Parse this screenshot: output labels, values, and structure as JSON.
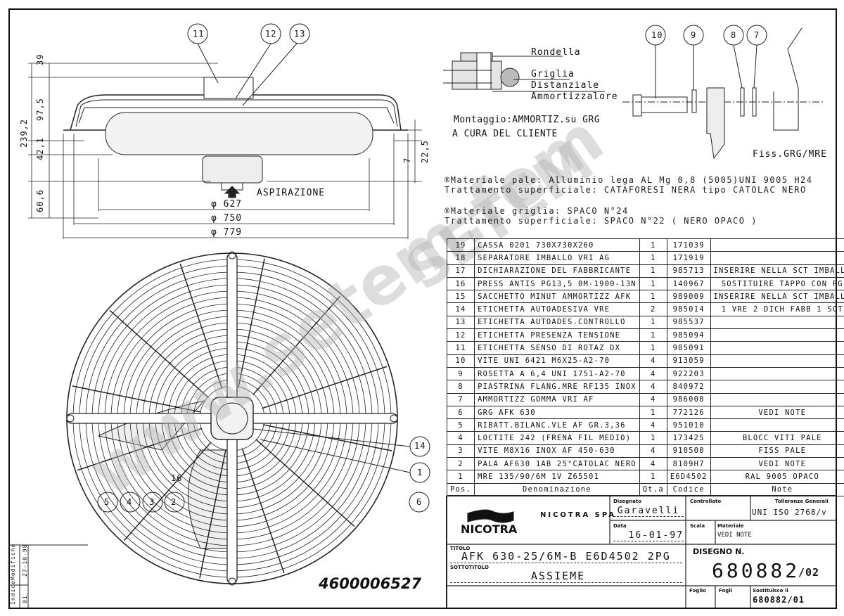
{
  "side_view": {
    "callouts": [
      "11",
      "12",
      "13"
    ],
    "dims_left": [
      "39",
      "97,5",
      "239,2",
      "42,1",
      "60,6"
    ],
    "dims_right": [
      "7",
      "22,5"
    ],
    "diameters": [
      "φ 627",
      "φ 750",
      "φ 779"
    ],
    "intake_label": "ASPIRAZIONE"
  },
  "front_view": {
    "callouts_right": [
      "14",
      "1",
      "6"
    ],
    "callouts_left": [
      "5",
      "4",
      "3",
      "2"
    ],
    "label_16": "16",
    "serial": "4600006527"
  },
  "mounting_detail": {
    "labels": [
      "Rondella",
      "Griglia",
      "Distanziale",
      "Ammortizzalore"
    ],
    "note_line1": "Montaggio:AMMORTIZ.su GRG",
    "note_line2": "A CURA DEL CLIENTE"
  },
  "fixing_detail": {
    "callouts": [
      "10",
      "9",
      "8",
      "7"
    ],
    "caption": "Fiss.GRG/MRE"
  },
  "notes": [
    "®Materiale pale: Alluminio lega AL Mg 0,8 (5005)UNI 9005 H24",
    " Trattamento superficiale: CATAFORESI NERA tipo CATOLAC NERO",
    "®Materiale griglia: SPACO N°24",
    " Trattamento superficiale: SPACO N°22 ( NERO OPACO )"
  ],
  "parts_table": {
    "headers": [
      "Pos.",
      "Denominazione",
      "Qt.a",
      "Codice",
      "Note"
    ],
    "rows": [
      [
        "19",
        "CASSA 0201 730X730X260",
        "1",
        "171039",
        ""
      ],
      [
        "18",
        "SEPARATORE IMBALLO VRI AG",
        "1",
        "171919",
        ""
      ],
      [
        "17",
        "DICHIARAZIONE DEL FABBRICANTE",
        "1",
        "985713",
        "INSERIRE NELLA SCT IMBALLO"
      ],
      [
        "16",
        "PRESS ANTIS PG13,5 0M-1900-13N",
        "1",
        "140967",
        "SOSTITUIRE TAPPO CON PG"
      ],
      [
        "15",
        "SACCHETTO MINUT AMMORTIZZ AFK",
        "1",
        "989009",
        "INSERIRE NELLA SCT IMBALLO"
      ],
      [
        "14",
        "ETICHETTA AUTOADESIVA VRE",
        "2",
        "985014",
        "1 VRE 2 DICH FABB 1 SCT"
      ],
      [
        "13",
        "ETICHETTA AUTOADES.CONTROLLO",
        "1",
        "985537",
        ""
      ],
      [
        "12",
        "ETICHETTA PRESENZA TENSIONE",
        "1",
        "985094",
        ""
      ],
      [
        "11",
        "ETICHETTA SENSO DI ROTAZ DX",
        "1",
        "985091",
        ""
      ],
      [
        "10",
        "VITE UNI 6421 M6X25-A2-70",
        "4",
        "913059",
        ""
      ],
      [
        "9",
        "ROSETTA A 6,4 UNI 1751-A2-70",
        "4",
        "922203",
        ""
      ],
      [
        "8",
        "PIASTRINA FLANG.MRE RF135 INOX",
        "4",
        "840972",
        ""
      ],
      [
        "7",
        "AMMORTIZZ GOMMA VRI AF",
        "4",
        "986008",
        ""
      ],
      [
        "6",
        "GRG AFK 630",
        "1",
        "772126",
        "VEDI NOTE"
      ],
      [
        "5",
        "RIBATT.BILANC.VLE AF GR.3,36",
        "4",
        "951010",
        ""
      ],
      [
        "4",
        "LOCTITE 242 (FRENA FIL MEDIO)",
        "1",
        "173425",
        "BLOCC VITI PALE"
      ],
      [
        "3",
        "VITE M8X16 INOX AF 450-630",
        "4",
        "910500",
        "FISS PALE"
      ],
      [
        "2",
        "PALA AF630 1AB 25°CATOLAC NERO",
        "4",
        "8109H7",
        "VEDI NOTE"
      ],
      [
        "1",
        "MRE 135/90/6M 1V Z65501",
        "1",
        "E6D4502",
        "RAL 9005 OPACO"
      ]
    ]
  },
  "title_block": {
    "logo_text": "NICOTRA",
    "company": "NICOTRA SPA",
    "drawn_label": "Disegnato",
    "drawn_value": "Garavelli",
    "checked_label": "Controllato",
    "tolerance_label": "Tolleranze Generali",
    "tolerance_value": "UNI ISO 2768/v",
    "date_label": "Data",
    "date_value": "16-01-97",
    "scale_label": "Scala",
    "material_label": "Materiale",
    "material_value": "VEDI NOTE",
    "title_label": "TITOLO",
    "title_value": "AFK 630-25/6M-B E6D4502 2PG",
    "subtitle_label": "SOTTOTITOLO",
    "subtitle_value": "ASSIEME",
    "drawing_no_label": "DISEGNO N.",
    "drawing_no": "680882",
    "revision": "/02",
    "sheet_label": "Foglio",
    "sheets_label": "Fogli",
    "replaces_label": "Sostituisce il",
    "replaces_value": "680882/01"
  },
  "revision_strip": {
    "index_label": "Indice",
    "changes_label": "Modifiche",
    "index_value": "01",
    "date_value": "27-10-98"
  },
  "watermark": "www.setem.fem SETEM",
  "colors": {
    "ink": "#111111",
    "watermark": "#b4b4b4"
  }
}
